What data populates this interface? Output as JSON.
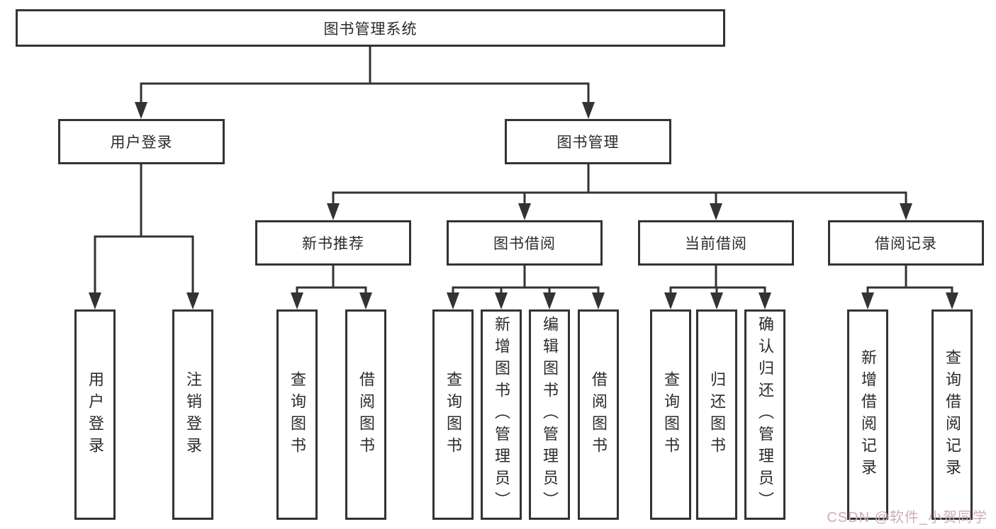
{
  "diagram": {
    "root": {
      "label": "图书管理系统"
    },
    "level2": [
      {
        "label": "用户登录",
        "children": [
          {
            "label": "用户登录"
          },
          {
            "label": "注销登录"
          }
        ]
      },
      {
        "label": "图书管理",
        "children": [
          {
            "label": "新书推荐",
            "children": [
              {
                "label": "查询图书"
              },
              {
                "label": "借阅图书"
              }
            ]
          },
          {
            "label": "图书借阅",
            "children": [
              {
                "label": "查询图书"
              },
              {
                "label": "新增图书（管理员）"
              },
              {
                "label": "编辑图书（管理员）"
              },
              {
                "label": "借阅图书"
              }
            ]
          },
          {
            "label": "当前借阅",
            "children": [
              {
                "label": "查询图书"
              },
              {
                "label": "归还图书"
              },
              {
                "label": "确认归还（管理员）"
              }
            ]
          },
          {
            "label": "借阅记录",
            "children": [
              {
                "label": "新增借阅记录"
              },
              {
                "label": "查询借阅记录"
              }
            ]
          }
        ]
      }
    ]
  },
  "watermark": {
    "text": "CSDN @软件_小贺同学",
    "color": "#cfadb3"
  },
  "colors": {
    "line": "#333333",
    "text": "#2b2b2b",
    "background": "#ffffff"
  }
}
